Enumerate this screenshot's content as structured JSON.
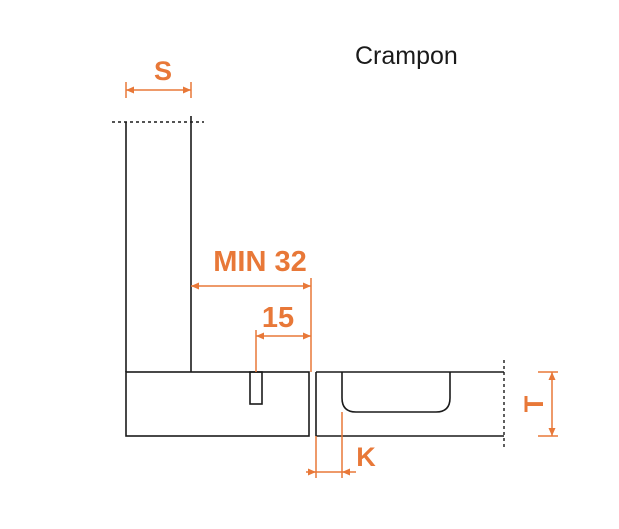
{
  "title": "Crampon",
  "dimensions": {
    "s": "S",
    "min": "MIN 32",
    "fifteen": "15",
    "k": "K",
    "t": "T"
  },
  "colors": {
    "accent": "#e87838",
    "ink": "#1a1a1a",
    "background": "#ffffff"
  }
}
